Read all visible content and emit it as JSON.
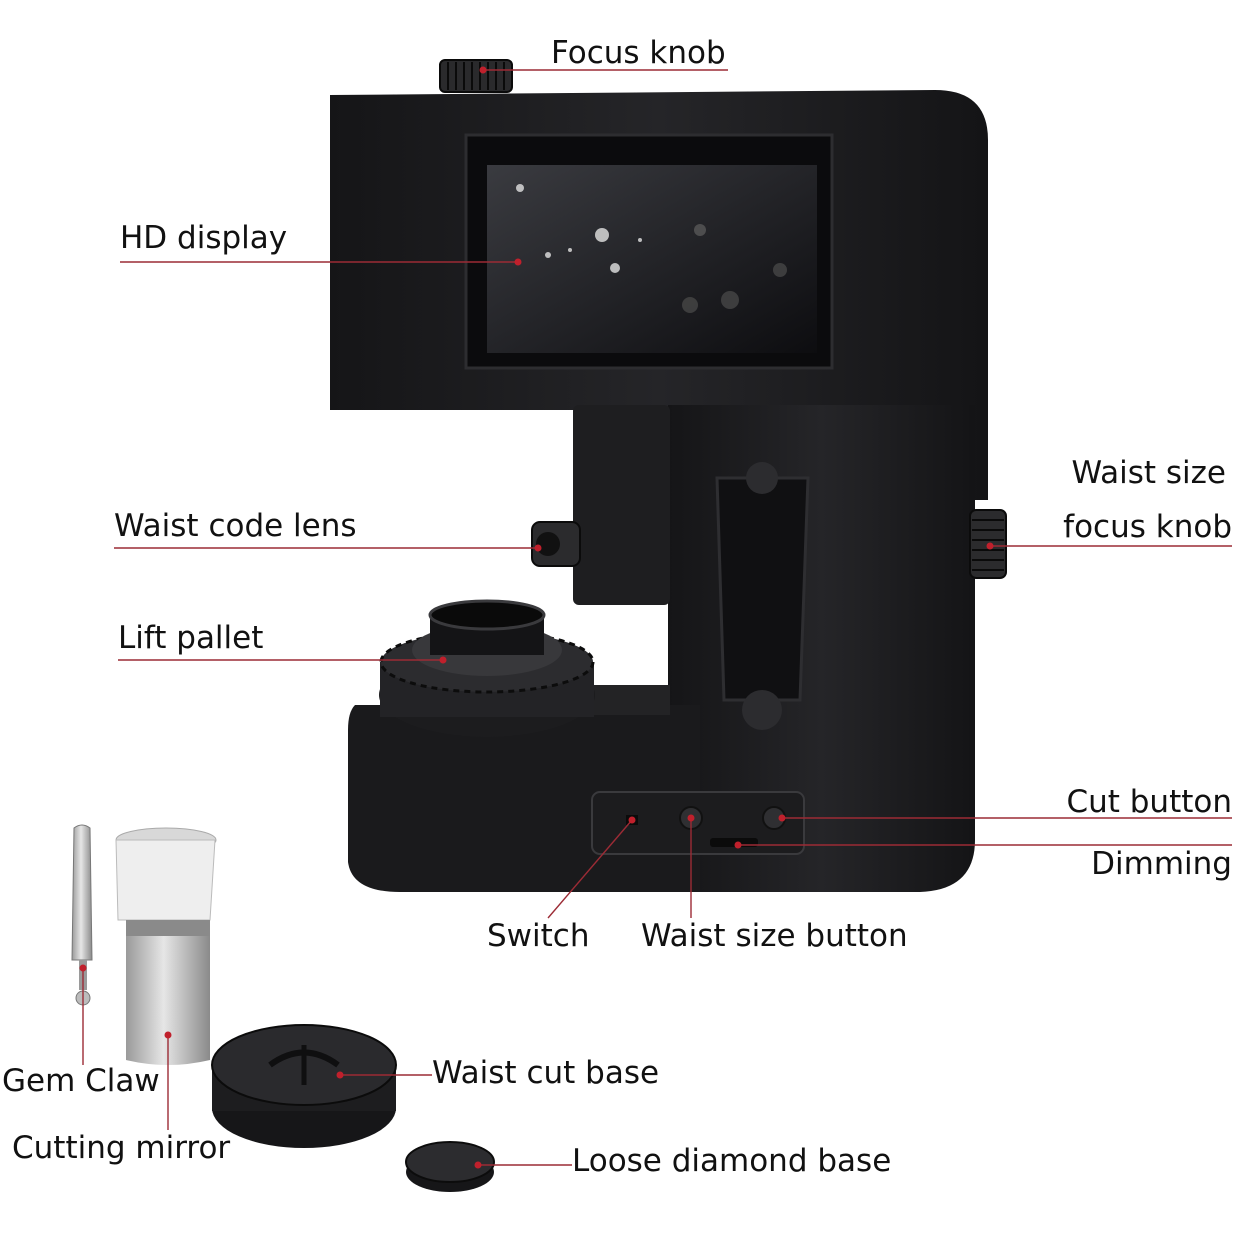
{
  "labels": {
    "focus_knob": "Focus knob",
    "hd_display": "HD display",
    "waist_code_lens": "Waist code lens",
    "lift_pallet": "Lift pallet",
    "waist_size_line1": "Waist size",
    "waist_size_line2": "focus knob",
    "cut_button": "Cut button",
    "dimming": "Dimming",
    "switch": "Switch",
    "waist_size_button": "Waist size button",
    "gem_claw": "Gem Claw",
    "cutting_mirror": "Cutting mirror",
    "waist_cut_base": "Waist cut base",
    "loose_diamond_base": "Loose diamond base"
  },
  "colors": {
    "leader_line": "#9c2b35",
    "device_body": "#1c1c1e",
    "screen": "#0c0c0e",
    "text": "#111111"
  }
}
